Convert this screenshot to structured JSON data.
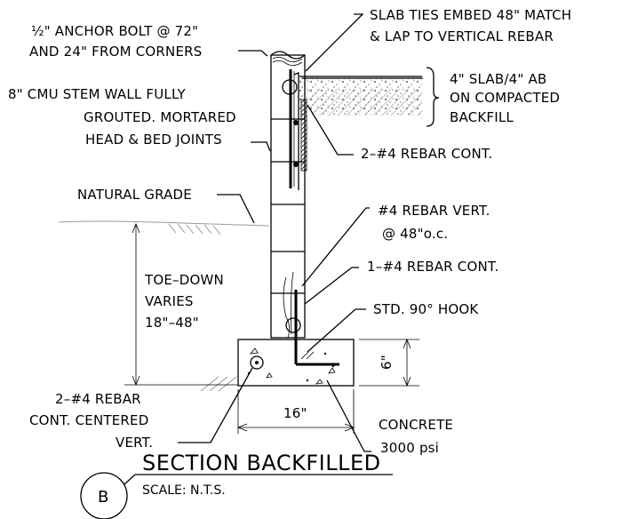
{
  "labels": {
    "anchor_bolt_1": "½\" ANCHOR BOLT @ 72\"",
    "anchor_bolt_2": "AND 24\" FROM CORNERS",
    "slab_ties_1": "SLAB TIES EMBED 48\" MATCH",
    "slab_ties_2": "& LAP TO VERTICAL REBAR",
    "slab_1": "4\" SLAB/4\" AB",
    "slab_2": "ON COMPACTED",
    "slab_3": "BACKFILL",
    "cmu_1": "8\" CMU STEM WALL FULLY",
    "cmu_2": "GROUTED. MORTARED",
    "cmu_3": "HEAD & BED JOINTS",
    "rebar_cont_top": "2–#4 REBAR CONT.",
    "natural_grade": "NATURAL GRADE",
    "rebar_vert_1": "#4 REBAR VERT.",
    "rebar_vert_2": "@ 48\"o.c.",
    "rebar_cont_mid": "1–#4 REBAR CONT.",
    "toe_1": "TOE–DOWN",
    "toe_2": "VARIES",
    "toe_3": "18\"–48\"",
    "hook": "STD. 90° HOOK",
    "footing_rebar_1": "2–#4 REBAR",
    "footing_rebar_2": "CONT. CENTERED",
    "footing_rebar_3": "VERT.",
    "concrete_1": "CONCRETE",
    "concrete_2": "3000 psi",
    "dim_width": "16\"",
    "dim_height": "6\""
  },
  "title_block": {
    "tag": "B",
    "title": "SECTION BACKFILLED",
    "scale": "SCALE: N.T.S."
  }
}
